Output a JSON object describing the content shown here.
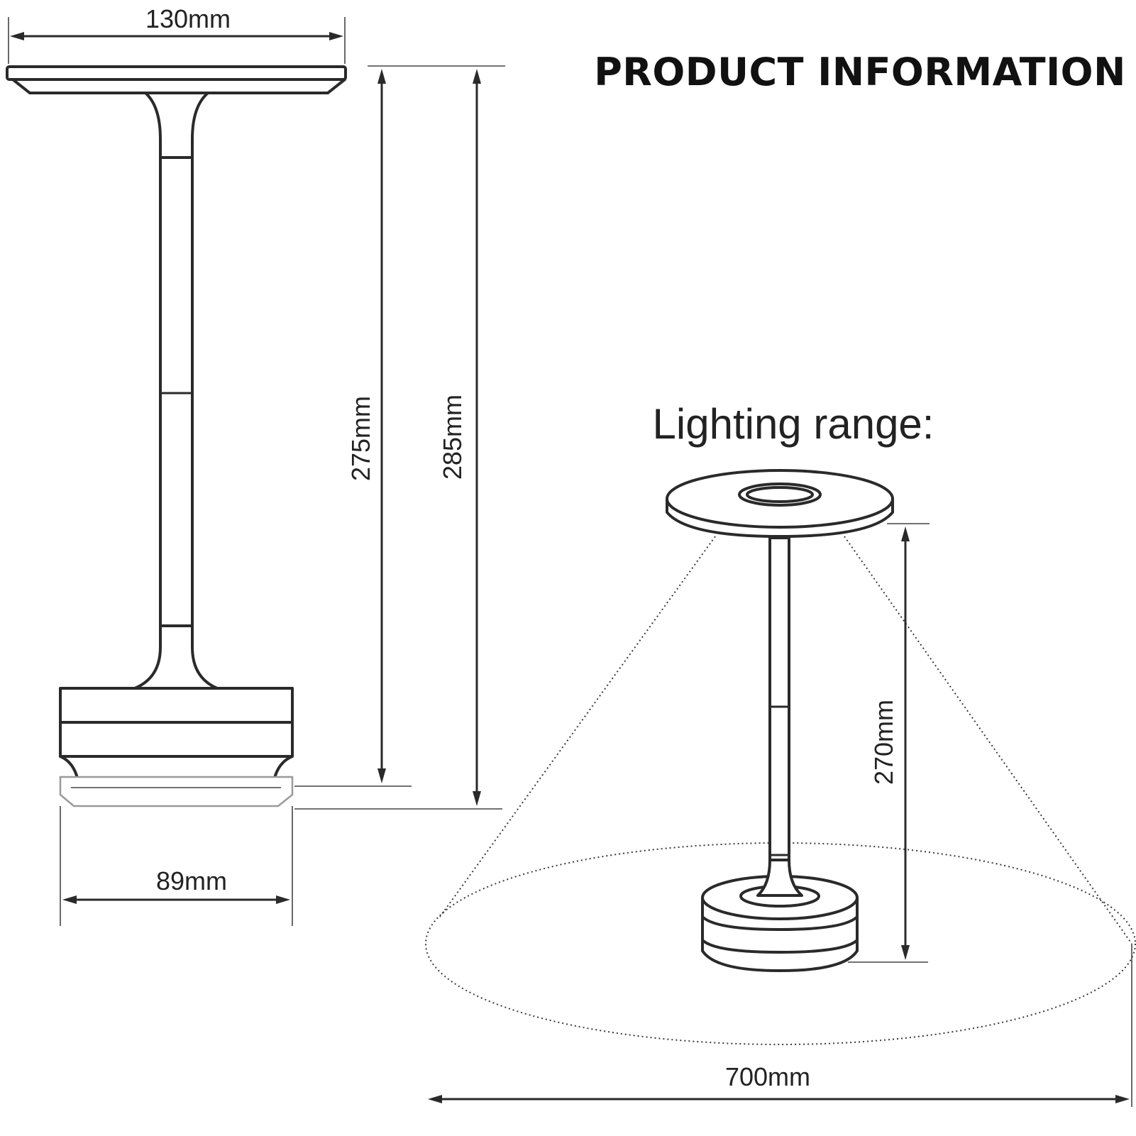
{
  "header": {
    "title": "PRODUCT INFORMATION"
  },
  "dimensions": {
    "top_width": "130mm",
    "height_body": "275mm",
    "height_total": "285mm",
    "base_width": "89mm"
  },
  "lighting": {
    "title": "Lighting range:",
    "height": "270mm",
    "diameter": "700mm"
  },
  "colors": {
    "line": "#2a2a2a",
    "text": "#111111",
    "background": "#ffffff"
  }
}
